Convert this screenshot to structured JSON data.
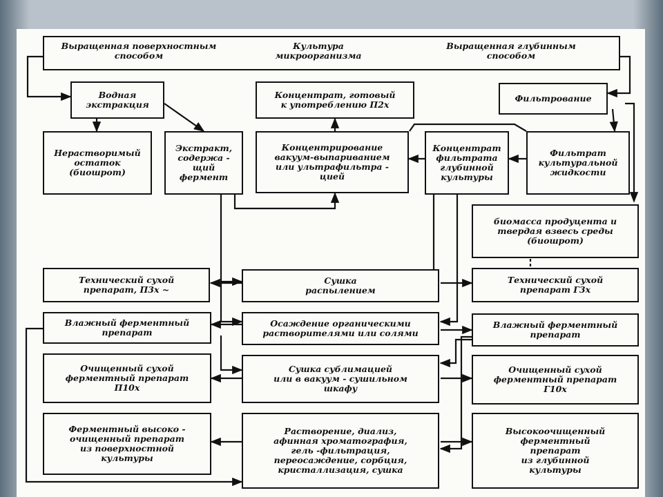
{
  "top_row": {
    "surface": "Выращенная поверхностным\nспособом",
    "culture": "Культура\nмикроорганизма",
    "deep": "Выращенная  глубинным\nспособом"
  },
  "boxes": {
    "water_extraction": "Водная\nэкстракция",
    "concentrate_ready": "Концентрат, готовый\nк употреблению П2х",
    "filtration": "Фильтрование",
    "insoluble_residue": "Нерастворимый\nостаток\n(биошрот)",
    "extract": "Экстракт,\nсодержа -\nщий\nфермент",
    "concentrating": "Концентрирование\nвакуум-выпариванием\nили ультрафильтра -\nцией",
    "filtrate_concentrate": "Концентрат\nфильтрата\nглубинной\nкультуры",
    "culture_filtrate": "Фильтрат\nкультуральной\nжидкости",
    "biomass": "биомасса  продуцента  и\nтвердая  взвесь  среды\n(биошрот)",
    "tech_dry_surface": "Технический   сухой\nпрепарат, П3х ~",
    "spray_drying": "Сушка\nраспылением",
    "tech_dry_deep": "Технический  сухой\nпрепарат  Г3х",
    "wet_surface": "Влажный  ферментный\nпрепарат",
    "precipitation": "Осаждение  органическими\nрастворителями или солями",
    "wet_deep": "Влажный  ферментный\nпрепарат",
    "purified_surface": "Очищенный  сухой\nферментный  препарат\nП10х",
    "freeze_drying": "Сушка  сублимацией\nили  в  вакуум - сушильном\nшкафу",
    "purified_deep": "Очищенный  сухой\nферментный  препарат\nГ10х",
    "high_surface": "Ферментный  высоко -\nочищенный  препарат\nиз  поверхностной\nкультуры",
    "dissolution": "Растворение,  диализ,\nафинная  хроматография,\nгель -фильтрация,\nпереосаждение,  сорбция,\nкристаллизация,  сушка",
    "high_deep": "Высокоочищенный\nферментный\nпрепарат\nиз  глубинной\nкультуры"
  }
}
